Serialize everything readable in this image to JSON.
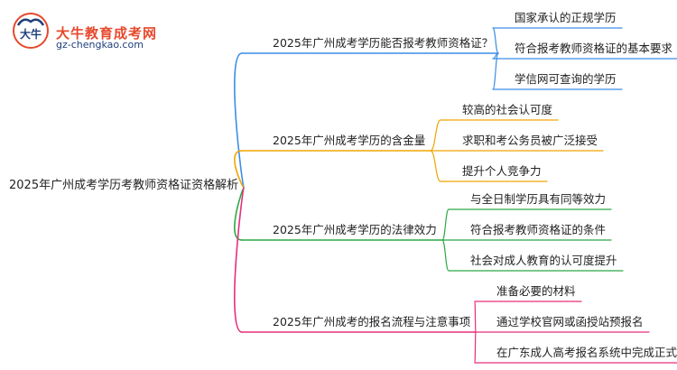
{
  "logo": {
    "brand": "大牛教育成考网",
    "url": "gz-chengkao.com",
    "mark_text": "大牛"
  },
  "root": {
    "label": "2025年广州成考学历考教师资格证资格解析"
  },
  "branches": [
    {
      "label": "2025年广州成考学历能否报考教师资格证？",
      "color": "#3a8ee6",
      "children": [
        "国家承认的正规学历",
        "符合报考教师资格证的基本要求",
        "学信网可查询的学历"
      ]
    },
    {
      "label": "2025年广州成考学历的含金量",
      "color": "#f0a500",
      "children": [
        "较高的社会认可度",
        "求职和考公务员被广泛接受",
        "提升个人竞争力"
      ]
    },
    {
      "label": "2025年广州成考学历的法律效力",
      "color": "#2aa845",
      "children": [
        "与全日制学历具有同等效力",
        "符合报考教师资格证的条件",
        "社会对成人教育的认可度提升"
      ]
    },
    {
      "label": "2025年广州成考的报名流程与注意事项",
      "color": "#e62e7a",
      "children": [
        "准备必要的材料",
        "通过学校官网或函授站预报名",
        "在广东成人高考报名系统中完成正式报考"
      ]
    }
  ]
}
